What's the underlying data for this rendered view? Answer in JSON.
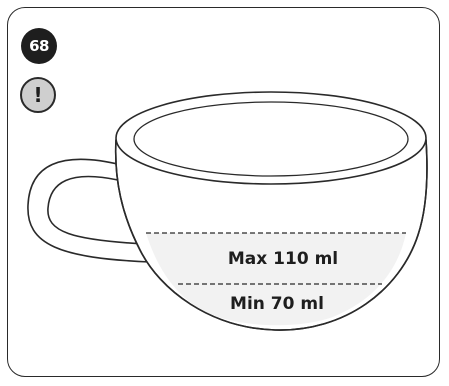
{
  "step": {
    "number": "68"
  },
  "warning": {
    "symbol": "!"
  },
  "cup": {
    "max_label": "Max  110 ml",
    "min_label": "Min  70 ml",
    "max_volume_ml": 110,
    "min_volume_ml": 70
  },
  "colors": {
    "outline": "#2a2a2a",
    "fill_zone": "#f2f2f2",
    "badge_dark": "#1e1e1e",
    "badge_gray": "#cfcfcf"
  }
}
